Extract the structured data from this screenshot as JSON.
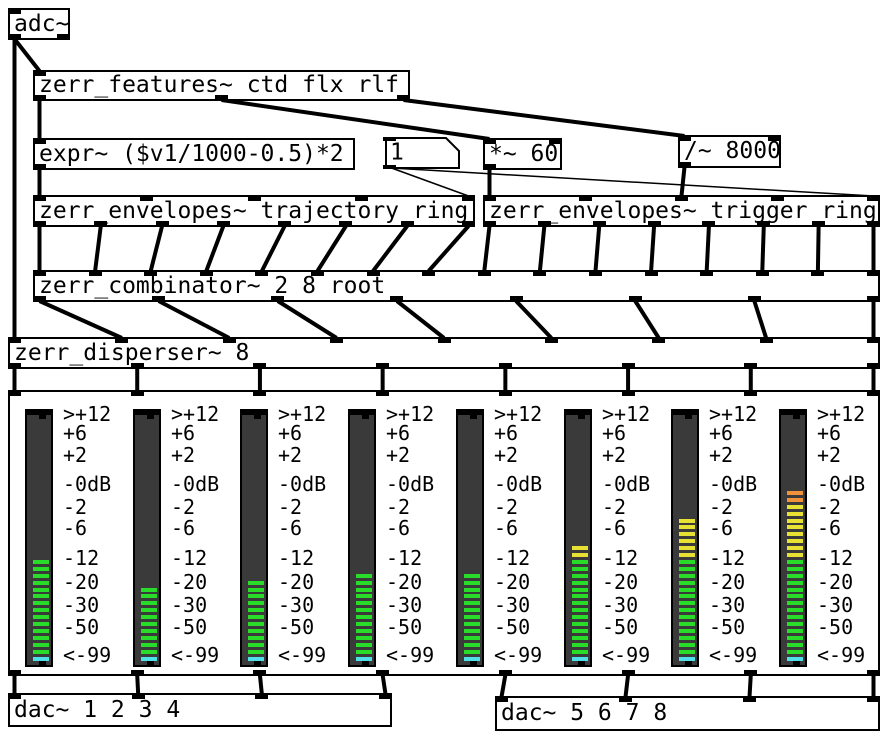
{
  "patch": {
    "boxes": {
      "adc": "adc~",
      "features": "zerr_features~ ctd flx rlf",
      "expr": "expr~ ($v1/1000-0.5)*2",
      "numberbox": "1",
      "multiply": "*~ 60",
      "divide": "/~ 8000",
      "envelopes_trajectory": "zerr_envelopes~ trajectory ring",
      "envelopes_trigger": "zerr_envelopes~ trigger ring",
      "combinator": "zerr_combinator~ 2 8 root",
      "disperser": "zerr_disperser~ 8",
      "dac_left": "dac~ 1 2 3 4",
      "dac_right": "dac~ 5 6 7 8"
    },
    "vu_scale_labels": [
      ">+12",
      "+6",
      "+2",
      "-0dB",
      "-2",
      "-6",
      "-12",
      "-20",
      "-30",
      "-50",
      "<-99"
    ],
    "meters": [
      {
        "channel": 1,
        "level_rows": 14,
        "approx_db": -13
      },
      {
        "channel": 2,
        "level_rows": 10,
        "approx_db": -22
      },
      {
        "channel": 3,
        "level_rows": 11,
        "approx_db": -21
      },
      {
        "channel": 4,
        "level_rows": 12,
        "approx_db": -19
      },
      {
        "channel": 5,
        "level_rows": 12,
        "approx_db": -19
      },
      {
        "channel": 6,
        "level_rows": 16,
        "approx_db": -10
      },
      {
        "channel": 7,
        "level_rows": 20,
        "approx_db": -5
      },
      {
        "channel": 8,
        "level_rows": 24,
        "approx_db": -1
      }
    ],
    "colors": {
      "background": "#ffffff",
      "stroke": "#000000",
      "meter_bg": "#3a3a3a",
      "led_green": "#2adc2a",
      "led_yellow": "#e6e132",
      "led_orange": "#f0913c",
      "led_red": "#e82828",
      "led_cyan": "#50dfe8"
    }
  }
}
